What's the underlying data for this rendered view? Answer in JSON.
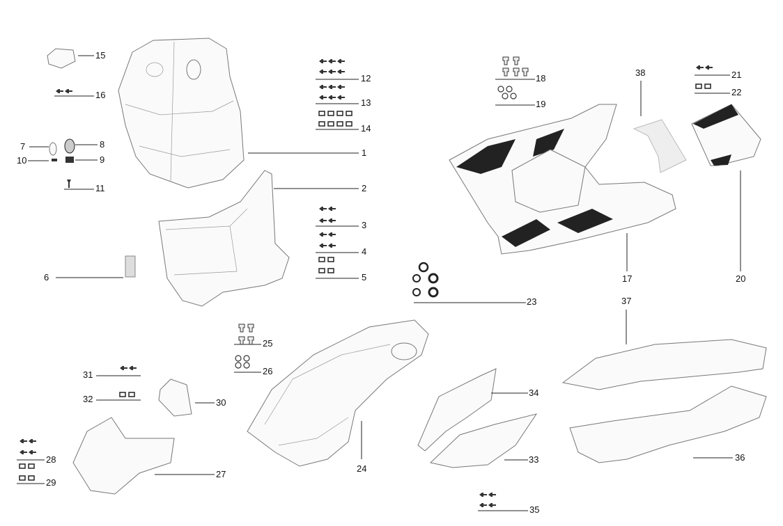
{
  "diagram": {
    "type": "exploded-parts-diagram",
    "callouts": [
      "1",
      "2",
      "3",
      "4",
      "5",
      "6",
      "7",
      "8",
      "9",
      "10",
      "11",
      "12",
      "13",
      "14",
      "15",
      "16",
      "17",
      "18",
      "19",
      "20",
      "21",
      "22",
      "23",
      "24",
      "25",
      "26",
      "27",
      "28",
      "29",
      "30",
      "31",
      "32",
      "33",
      "34",
      "35",
      "36",
      "37",
      "38"
    ]
  }
}
